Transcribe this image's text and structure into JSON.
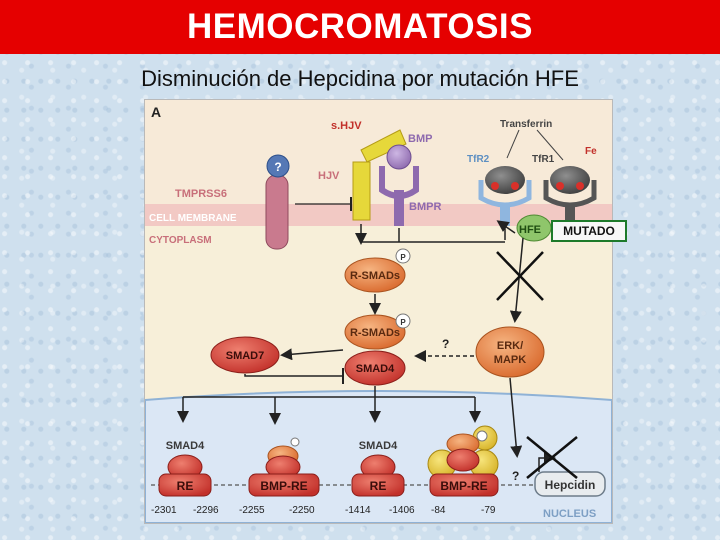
{
  "header": {
    "title": "HEMOCROMATOSIS",
    "subtitle": "Disminución de Hepcidina por mutación HFE"
  },
  "figure": {
    "panel_label": "A",
    "labels": {
      "shjv": "s.HJV",
      "bmp": "BMP",
      "transferrin": "Transferrin",
      "fe": "Fe",
      "tfr2": "TfR2",
      "tfr1": "TfR1",
      "hjv": "HJV",
      "tmprss6": "TMPRSS6",
      "unknown_mark": "?",
      "bmpr": "BMPR",
      "cell_membrane": "CELL MEMBRANE",
      "cytoplasm": "CYTOPLASM",
      "hfe": "HFE",
      "phospho": "P",
      "rsmads": "R-SMADs",
      "smad7": "SMAD7",
      "smad4": "SMAD4",
      "erk_mapk_line1": "ERK/",
      "erk_mapk_line2": "MAPK",
      "re": "RE",
      "bmp_re": "BMP-RE",
      "hepcidin": "Hepcidin",
      "nucleus": "NUCLEUS"
    },
    "positions": [
      "-2301",
      "-2296",
      "-2255",
      "-2250",
      "-1414",
      "-1406",
      "-84",
      "-79"
    ],
    "mutation_tag": "MUTADO"
  },
  "colors": {
    "title_bg": "#e50000",
    "membrane": "#f2c9c4",
    "cytoplasm": "#f7efd9",
    "nucleus": "#dbe7f5",
    "smad_orange": "#e8874d",
    "smad7_red": "#d9443a",
    "bmp_purple": "#a889c4",
    "hjv_yellow": "#e6d83a",
    "tmprss6_pink": "#c97a8e",
    "hfe_green": "#8fc66b",
    "mutado_border": "#1d7a2a"
  },
  "icons": [
    "question-icon",
    "phospho-icon",
    "cross-mark-icon",
    "inhibition-arrow-icon"
  ]
}
